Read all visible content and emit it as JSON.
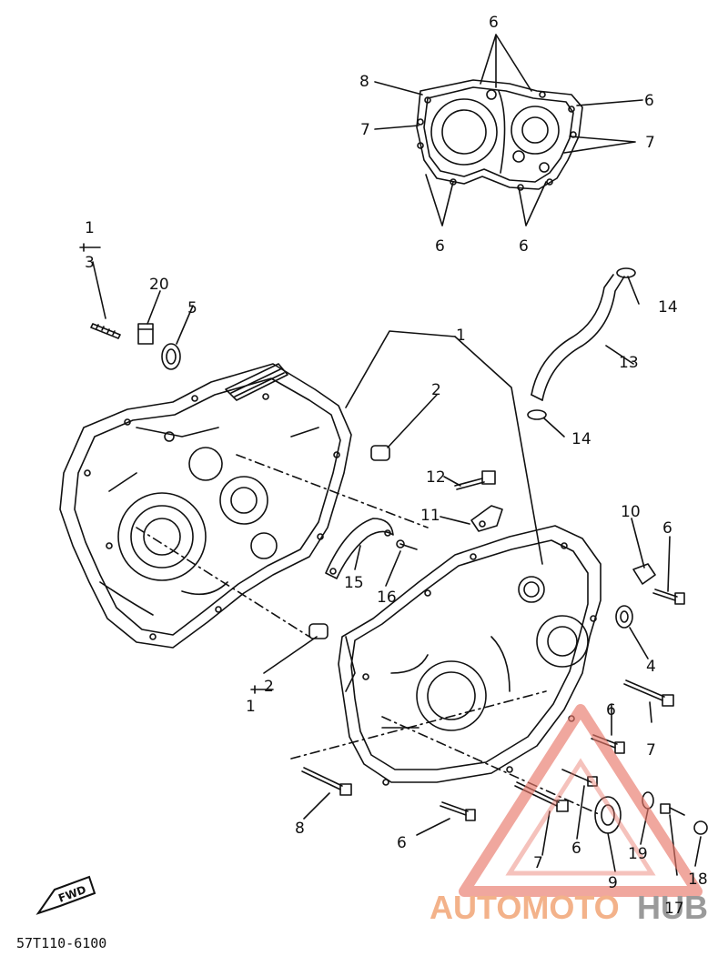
{
  "diagram": {
    "part_code": "57T110-6100",
    "watermark": {
      "part1": "AUTOMOTO",
      "part2": "HUB",
      "accent_color": "#e05a3c"
    },
    "fwd_label": "FWD",
    "callouts": [
      "1",
      "2",
      "3",
      "4",
      "5",
      "6",
      "7",
      "8",
      "9",
      "10",
      "11",
      "12",
      "13",
      "14",
      "15",
      "16",
      "17",
      "18",
      "19",
      "20"
    ]
  }
}
